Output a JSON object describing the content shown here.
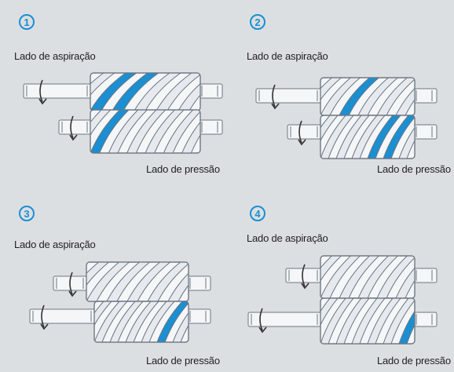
{
  "steps": [
    {
      "number": "1",
      "suction_label": "Lado de aspiração",
      "pressure_label": "Lado de pressão"
    },
    {
      "number": "2",
      "suction_label": "Lado de aspiração",
      "pressure_label": "Lado de pressão"
    },
    {
      "number": "3",
      "suction_label": "Lado de aspiração",
      "pressure_label": "Lado de pressão"
    },
    {
      "number": "4",
      "suction_label": "Lado de aspiração",
      "pressure_label": "Lado de pressão"
    }
  ],
  "colors": {
    "accent": "#1b8fd1",
    "rotor_fill": "#f4f6f8",
    "rotor_stroke": "#6b7580",
    "background": "#dcdfe2"
  },
  "icons": [
    "rotation-arrow-icon"
  ]
}
